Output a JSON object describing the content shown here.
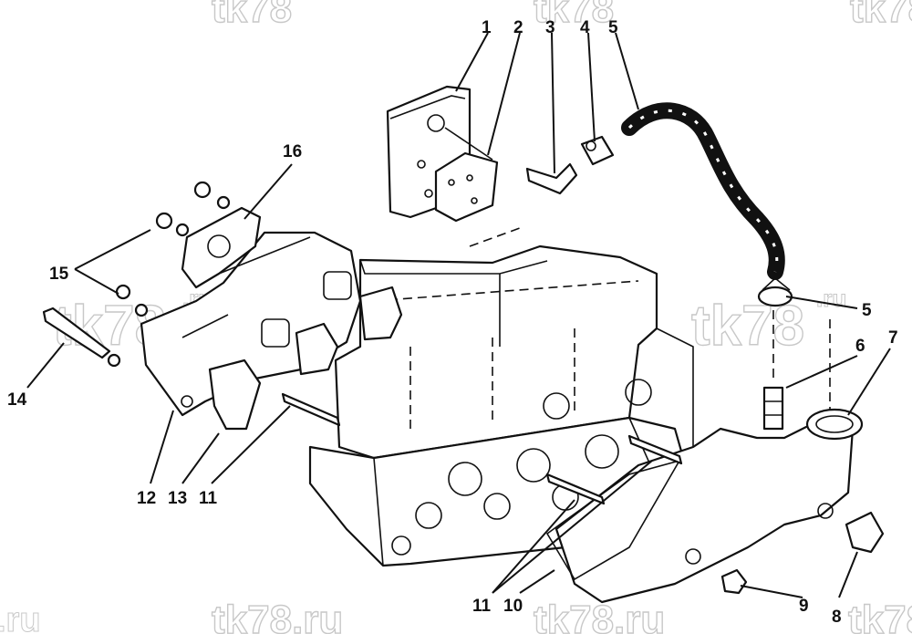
{
  "watermark": {
    "text_main": "tk78",
    "text_ru": ".ru",
    "text_full": "tk78.ru"
  },
  "callouts": [
    {
      "id": "c1",
      "label": "1"
    },
    {
      "id": "c2",
      "label": "2"
    },
    {
      "id": "c3",
      "label": "3"
    },
    {
      "id": "c4",
      "label": "4"
    },
    {
      "id": "c5a",
      "label": "5"
    },
    {
      "id": "c5b",
      "label": "5"
    },
    {
      "id": "c6",
      "label": "6"
    },
    {
      "id": "c7",
      "label": "7"
    },
    {
      "id": "c8",
      "label": "8"
    },
    {
      "id": "c9",
      "label": "9"
    },
    {
      "id": "c10",
      "label": "10"
    },
    {
      "id": "c11a",
      "label": "11"
    },
    {
      "id": "c11b",
      "label": "11"
    },
    {
      "id": "c12",
      "label": "12"
    },
    {
      "id": "c13",
      "label": "13"
    },
    {
      "id": "c14",
      "label": "14"
    },
    {
      "id": "c15",
      "label": "15"
    },
    {
      "id": "c16",
      "label": "16"
    }
  ],
  "colors": {
    "ink": "#111111",
    "watermark": "#c8c8c8",
    "background": "#ffffff"
  }
}
